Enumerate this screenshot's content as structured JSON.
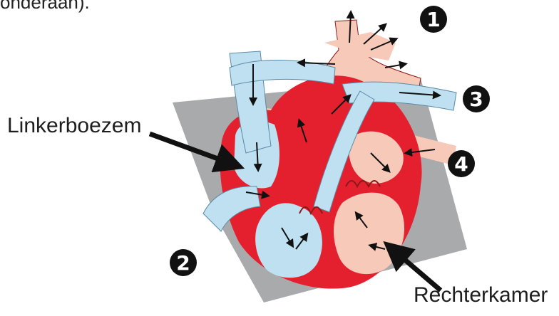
{
  "header": {
    "partial_text": "onderaan)."
  },
  "labels": {
    "left_atrium": "Linkerboezem",
    "right_ventricle": "Rechterkamer"
  },
  "markers": [
    "1",
    "2",
    "3",
    "4"
  ],
  "colors": {
    "oxygen_poor_blood": "#bfe0f0",
    "oxygen_rich_blood": "#f6c9b8",
    "heart_wall": "#e4202e",
    "backdrop": "#a9aaab",
    "arrow": "#111111"
  }
}
